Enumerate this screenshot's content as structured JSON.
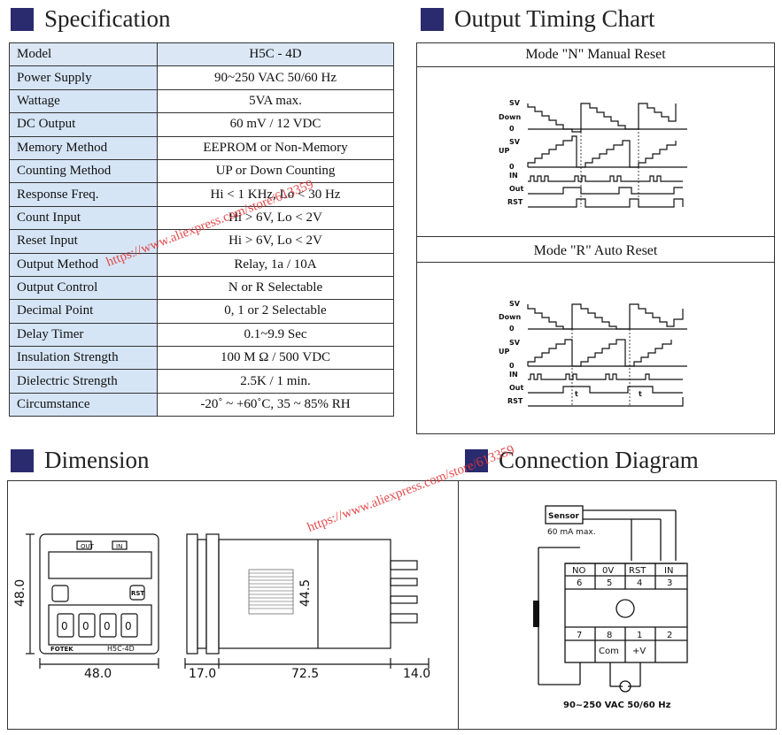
{
  "spec": {
    "title": "Specification",
    "rows": [
      {
        "key": "Model",
        "value": "H5C - 4D"
      },
      {
        "key": "Power Supply",
        "value": "90~250 VAC 50/60 Hz"
      },
      {
        "key": "Wattage",
        "value": "5VA max."
      },
      {
        "key": "DC Output",
        "value": "60 mV / 12 VDC"
      },
      {
        "key": "Memory Method",
        "value": "EEPROM or Non-Memory"
      },
      {
        "key": "Counting Method",
        "value": "UP or Down Counting"
      },
      {
        "key": "Response Freq.",
        "value": "Hi < 1 KHz, Lo < 30 Hz"
      },
      {
        "key": "Count Input",
        "value": "Hi > 6V, Lo < 2V"
      },
      {
        "key": "Reset Input",
        "value": "Hi > 6V, Lo < 2V"
      },
      {
        "key": "Output Method",
        "value": "Relay, 1a / 10A"
      },
      {
        "key": "Output Control",
        "value": "N or R Selectable"
      },
      {
        "key": "Decimal Point",
        "value": "0, 1 or 2 Selectable"
      },
      {
        "key": "Delay Timer",
        "value": "0.1~9.9 Sec"
      },
      {
        "key": "Insulation Strength",
        "value": "100 M Ω / 500 VDC"
      },
      {
        "key": "Dielectric Strength",
        "value": "2.5K / 1 min."
      },
      {
        "key": "Circumstance",
        "value": "-20˚ ~ +60˚C, 35 ~ 85% RH"
      }
    ]
  },
  "timing": {
    "title": "Output Timing Chart",
    "mode_n": "Mode \"N\" Manual Reset",
    "mode_r": "Mode \"R\" Auto Reset",
    "labels": {
      "sv": "SV",
      "down": "Down",
      "zero": "0",
      "up": "UP",
      "in": "IN",
      "out": "Out",
      "rst": "RST",
      "t": "t"
    }
  },
  "dimension": {
    "title": "Dimension",
    "width": "48.0",
    "height": "48.0",
    "depth_front": "17.0",
    "depth_body": "72.5",
    "depth_pins": "14.0",
    "body_height": "44.5",
    "model_label": "H5C-4D",
    "out_label": "OUT",
    "in_label": "IN",
    "rst_label": "RST",
    "digit": "0",
    "fotek": "FOTEK"
  },
  "connection": {
    "title": "Connection Diagram",
    "sensor": "Sensor",
    "sensor_note": "60 mA  max.",
    "terminals_top": [
      "NO",
      "0V",
      "RST",
      "IN"
    ],
    "nums_top": [
      "6",
      "5",
      "4",
      "3"
    ],
    "nums_bottom": [
      "7",
      "8",
      "1",
      "2"
    ],
    "terminals_bottom": [
      "Com",
      "+V"
    ],
    "supply": "90~250  VAC  50/60  Hz"
  },
  "watermark": "https://www.aliexpress.com/store/613359"
}
